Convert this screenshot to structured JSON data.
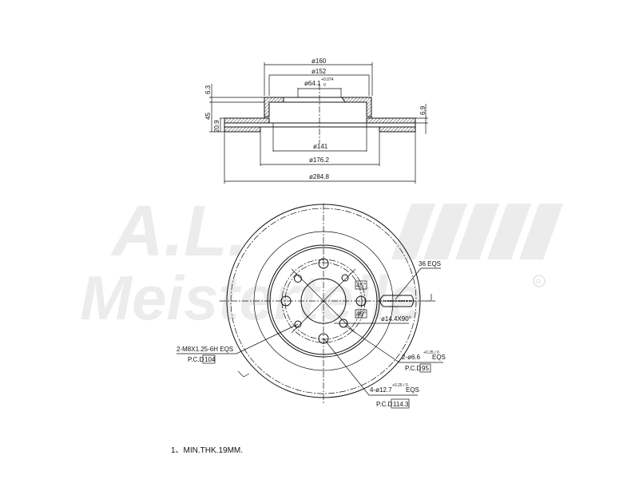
{
  "watermark": {
    "initials": "A.L.",
    "brand": "Meisterteile",
    "registered": "R"
  },
  "section_view": {
    "dims": {
      "d160": "ø160",
      "d152": "ø152",
      "d64": "ø64.1",
      "d64_tol_upper": "+0.074",
      "d64_tol_lower": "0",
      "h63": "6.3",
      "h45": "45",
      "h209": "20.9",
      "h69": "6.9",
      "d141": "ø141",
      "d1762": "ø176.2",
      "d2848": "ø284.8"
    }
  },
  "front_view": {
    "vents": "36 EQS",
    "chamfer": "ø14.4X90°",
    "angle1": "45°",
    "angle2": "45°",
    "thread_callout": "2-M8X1.25-6H EQS",
    "thread_pcd_label": "P.C.D",
    "thread_pcd": "104",
    "pin_callout": "2-ø6.6",
    "pin_tol": "+0.25 / 0",
    "pin_suffix": "EQS",
    "pin_pcd_label": "P.C.D",
    "pin_pcd": "95",
    "bolt_callout": "4-ø12.7",
    "bolt_tol": "+0.25 / 0",
    "bolt_suffix": "EQS",
    "bolt_pcd_label": "P.C.D",
    "bolt_pcd": "114.3"
  },
  "notes": {
    "min_thickness": "1、MIN.THK.19MM."
  }
}
